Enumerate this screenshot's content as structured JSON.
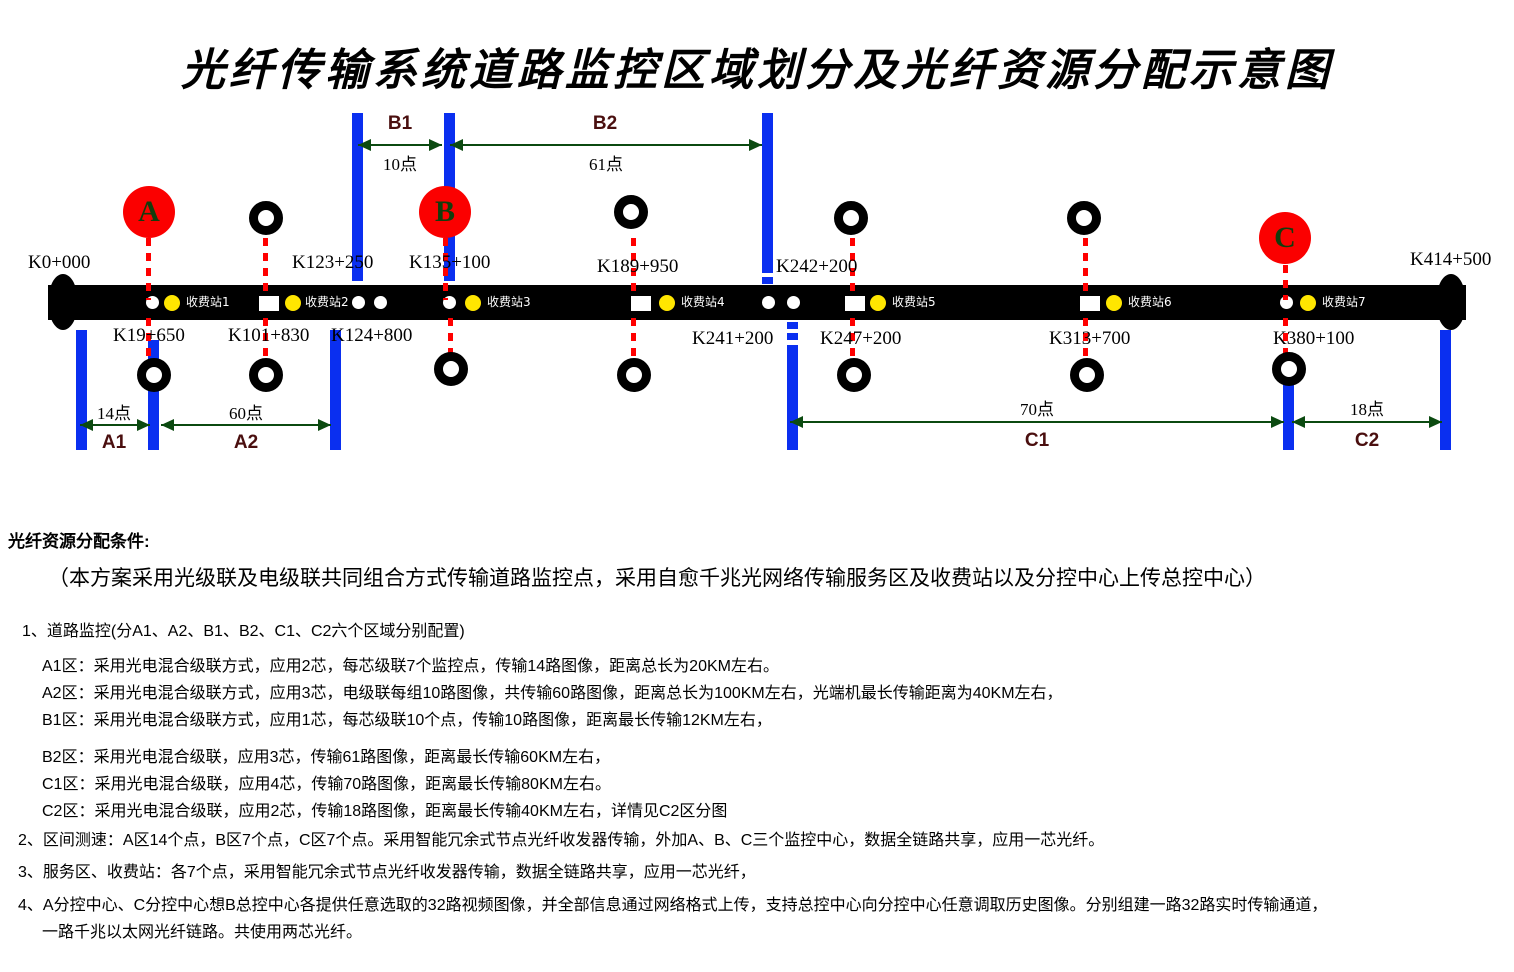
{
  "title": "光纤传输系统道路监控区域划分及光纤资源分配示意图",
  "diagram": {
    "hubs": [
      {
        "id": "hub-a",
        "label": "A"
      },
      {
        "id": "hub-b",
        "label": "B"
      },
      {
        "id": "hub-c",
        "label": "C"
      }
    ],
    "endpoints": {
      "start": "K0+000",
      "end": "K414+500"
    },
    "km_labels_above": [
      "K0+000",
      "K123+250",
      "K135+100",
      "K189+950",
      "K242+200",
      "K414+500"
    ],
    "km_labels_below": [
      "K19+650",
      "K101+830",
      "K124+800",
      "K241+200",
      "K247+200",
      "K313+700",
      "K380+100"
    ],
    "toll_stations": [
      {
        "name": "收费站1"
      },
      {
        "name": "收费站2"
      },
      {
        "name": "收费站3"
      },
      {
        "name": "收费站4"
      },
      {
        "name": "收费站5"
      },
      {
        "name": "收费站6"
      },
      {
        "name": "收费站7"
      }
    ],
    "zones": [
      {
        "code": "A1",
        "points": "14点"
      },
      {
        "code": "A2",
        "points": "60点"
      },
      {
        "code": "B1",
        "points": "10点"
      },
      {
        "code": "B2",
        "points": "61点"
      },
      {
        "code": "C1",
        "points": "70点"
      },
      {
        "code": "C2",
        "points": "18点"
      }
    ]
  },
  "notes": {
    "heading": "光纤资源分配条件:",
    "subheading": "（本方案采用光级联及电级联共同组合方式传输道路监控点，采用自愈千兆光网络传输服务区及收费站以及分控中心上传总控中心）",
    "item1": "1、道路监控(分A1、A2、B1、B2、C1、C2六个区域分别配置)",
    "zone_lines": [
      "A1区：采用光电混合级联方式，应用2芯，每芯级联7个监控点，传输14路图像，距离总长为20KM左右。",
      "A2区：采用光电混合级联方式，应用3芯，电级联每组10路图像，共传输60路图像，距离总长为100KM左右，光端机最长传输距离为40KM左右，",
      "B1区：采用光电混合级联方式，应用1芯，每芯级联10个点，传输10路图像，距离最长传输12KM左右，",
      "B2区：采用光电混合级联，应用3芯，传输61路图像，距离最长传输60KM左右，",
      "C1区：采用光电混合级联，应用4芯，传输70路图像，距离最长传输80KM左右。",
      "C2区：采用光电混合级联，应用2芯，传输18路图像，距离最长传输40KM左右，详情见C2区分图"
    ],
    "item2": "2、区间测速：A区14个点，B区7个点，C区7个点。采用智能冗余式节点光纤收发器传输，外加A、B、C三个监控中心，数据全链路共享，应用一芯光纤。",
    "item3": "3、服务区、收费站：各7个点，采用智能冗余式节点光纤收发器传输，数据全链路共享，应用一芯光纤，",
    "item4a": "4、A分控中心、C分控中心想B总控中心各提供任意选取的32路视频图像，并全部信息通过网络格式上传，支持总控中心向分控中心任意调取历史图像。分别组建一路32路实时传输通道，",
    "item4b": "一路千兆以太网光纤链路。共使用两芯光纤。"
  },
  "colors": {
    "hub": "#fb0000",
    "divider": "#0a2ff0",
    "road": "#000000",
    "measure": "#0b4a10",
    "zone_label": "#4a0f0f",
    "toll_dot": "#ffe600"
  }
}
